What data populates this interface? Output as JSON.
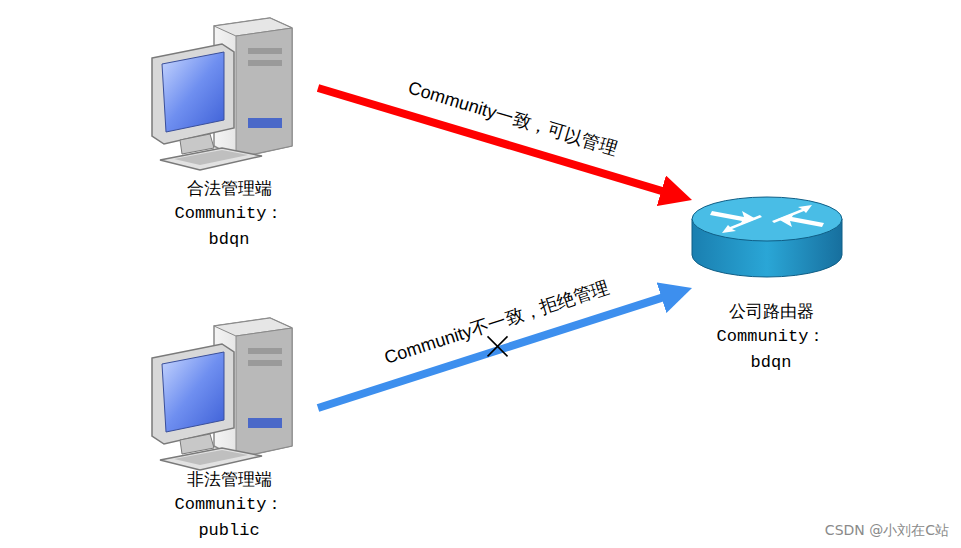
{
  "diagram": {
    "nodes": [
      {
        "text": [
          "合法管理端",
          "Community： bdqn"
        ]
      },
      {
        "text": [
          "公司路由器",
          "Community： bdqn"
        ]
      },
      {
        "text": [
          "非法管理端",
          "Community： public"
        ]
      }
    ],
    "edges": [
      {
        "from": 0,
        "to": 1,
        "arrow": "to",
        "label": "Community一致，可以管理"
      },
      {
        "from": 2,
        "to": 1,
        "arrow": "to",
        "label": "Community不一致，拒绝管理"
      }
    ],
    "labels": [
      "CSDN @小刘在C站"
    ]
  }
}
